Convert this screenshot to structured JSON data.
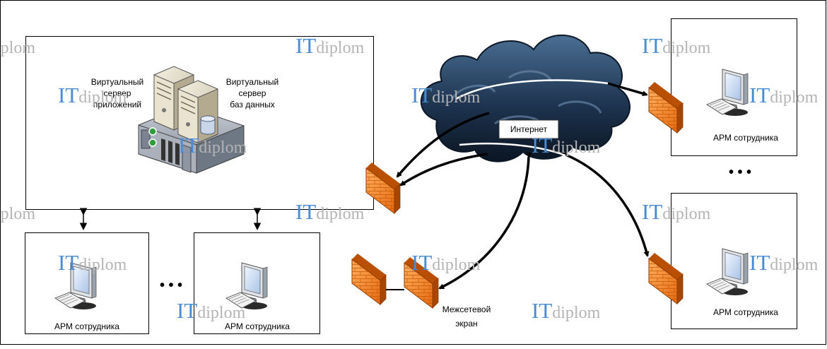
{
  "server_labels": {
    "app_server": [
      "Виртуальный",
      "сервер",
      "приложений"
    ],
    "db_server": [
      "Виртуальный",
      "сервер",
      "баз данных"
    ]
  },
  "workstation_label": "АРМ сотрудника",
  "internet_label": "Интернет",
  "firewall_label": [
    "Межсетевой",
    "экран"
  ],
  "ellipsis": "• • •",
  "watermark": {
    "part1": "IT",
    "part2": "diplom"
  }
}
